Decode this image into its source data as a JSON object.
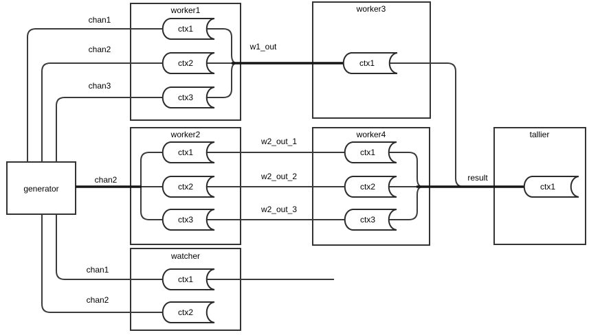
{
  "diagram": {
    "colors": {
      "background": "#ffffff",
      "box_stroke": "#333333",
      "line": "#3a3a3a",
      "line_thick": "#161616",
      "node_stroke": "#2b2b2b",
      "node_fill": "#ffffff",
      "text": "#000000"
    },
    "boxes": {
      "generator": {
        "title": "generator",
        "nodes": []
      },
      "worker1": {
        "title": "worker1",
        "nodes": [
          "ctx1",
          "ctx2",
          "ctx3"
        ]
      },
      "worker2": {
        "title": "worker2",
        "nodes": [
          "ctx1",
          "ctx2",
          "ctx3"
        ]
      },
      "worker3": {
        "title": "worker3",
        "nodes": [
          "ctx1"
        ]
      },
      "worker4": {
        "title": "worker4",
        "nodes": [
          "ctx1",
          "ctx2",
          "ctx3"
        ]
      },
      "watcher": {
        "title": "watcher",
        "nodes": [
          "ctx1",
          "ctx2"
        ]
      },
      "tallier": {
        "title": "tallier",
        "nodes": [
          "ctx1"
        ]
      }
    },
    "edges": {
      "chan1_worker1": "chan1",
      "chan2_worker1": "chan2",
      "chan3_worker1": "chan3",
      "w1_out": "w1_out",
      "chan2_worker2": "chan2",
      "w2_out_1": "w2_out_1",
      "w2_out_2": "w2_out_2",
      "w2_out_3": "w2_out_3",
      "result": "result",
      "chan1_watcher": "chan1",
      "chan2_watcher": "chan2"
    }
  }
}
